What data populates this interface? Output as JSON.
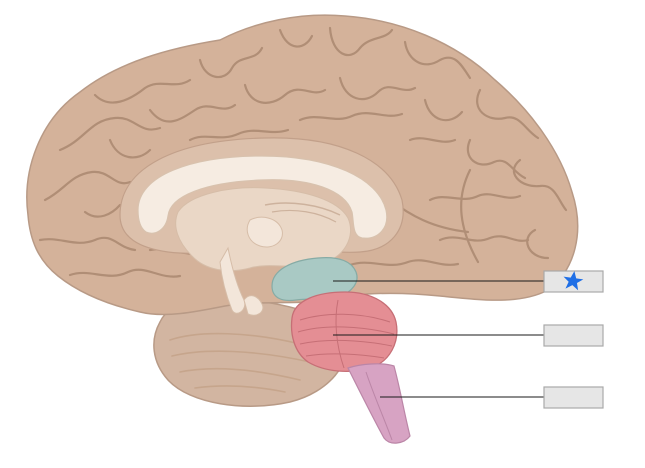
{
  "diagram": {
    "subject": "brain-midsagittal-section",
    "labels": [
      {
        "id": "label-1",
        "text": "",
        "marker_icon": "star-icon",
        "marker_color": "#1f6fe6",
        "structure": "midbrain"
      },
      {
        "id": "label-2",
        "text": "",
        "structure": "pons"
      },
      {
        "id": "label-3",
        "text": "",
        "structure": "medulla"
      }
    ],
    "colors": {
      "cortex": "#d4b29a",
      "cortex_dark": "#b08e76",
      "corpus_callosum": "#f6ece2",
      "inner": "#ead7c6",
      "midbrain": "#a9c9c4",
      "pons": "#e48e94",
      "medulla": "#d7a3c3",
      "cerebellum": "#d2b5a1",
      "box_fill": "#e6e6e6",
      "box_border": "#a9a9a9",
      "star": "#1f6fe6"
    }
  }
}
